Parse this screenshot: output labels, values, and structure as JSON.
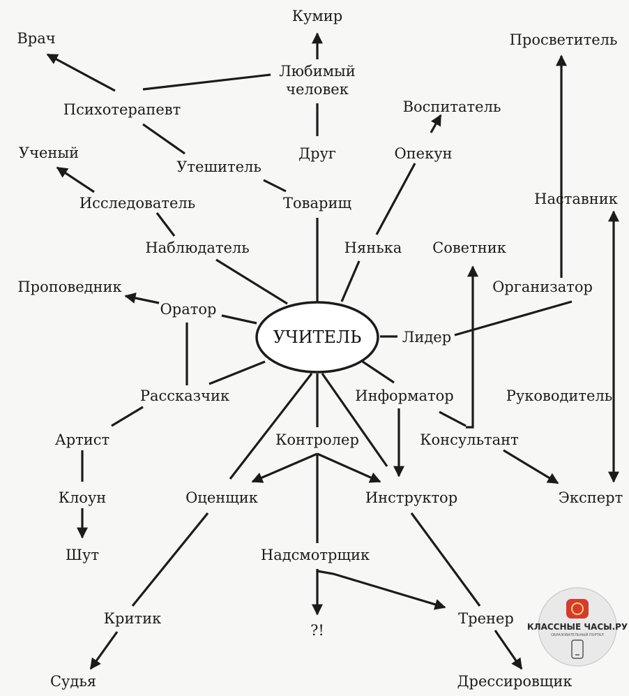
{
  "center": "УЧИТЕЛЬ",
  "nodes": {
    "kumir": "Кумир",
    "vrach": "Врач",
    "prosvetitel": "Просветитель",
    "lyubimyy_1": "Любимый",
    "lyubimyy_2": "человек",
    "psihoterapevt": "Психотерапевт",
    "vospitatel": "Воспитатель",
    "uchenyy": "Ученый",
    "uteshitel": "Утешитель",
    "drug": "Друг",
    "opekun": "Опекун",
    "issledovatel": "Исследователь",
    "tovarishch": "Товарищ",
    "nastavnik": "Наставник",
    "nablyudatel": "Наблюдатель",
    "nyanka": "Нянька",
    "sovetnik": "Советник",
    "propovednik": "Проповедник",
    "organizator": "Организатор",
    "orator": "Оратор",
    "lider": "Лидер",
    "rasskazchik": "Рассказчик",
    "informator": "Информатор",
    "rukovoditel": "Руководитель",
    "artist": "Артист",
    "kontroler": "Контролер",
    "konsultant": "Консультант",
    "kloun": "Клоун",
    "ocenshchik": "Оценщик",
    "instruktor": "Инструктор",
    "ekspert": "Эксперт",
    "shut": "Шут",
    "nadsmotrshchik": "Надсмотрщик",
    "kritik": "Критик",
    "question": "?!",
    "trener": "Тренер",
    "sudya": "Судья",
    "dressirovshchik": "Дрессировщик"
  },
  "watermark": {
    "line1": "КЛАССНЫЕ ЧАСЫ.РУ",
    "line2": "ОБРАЗОВАТЕЛЬНЫЙ ПОРТАЛ"
  }
}
